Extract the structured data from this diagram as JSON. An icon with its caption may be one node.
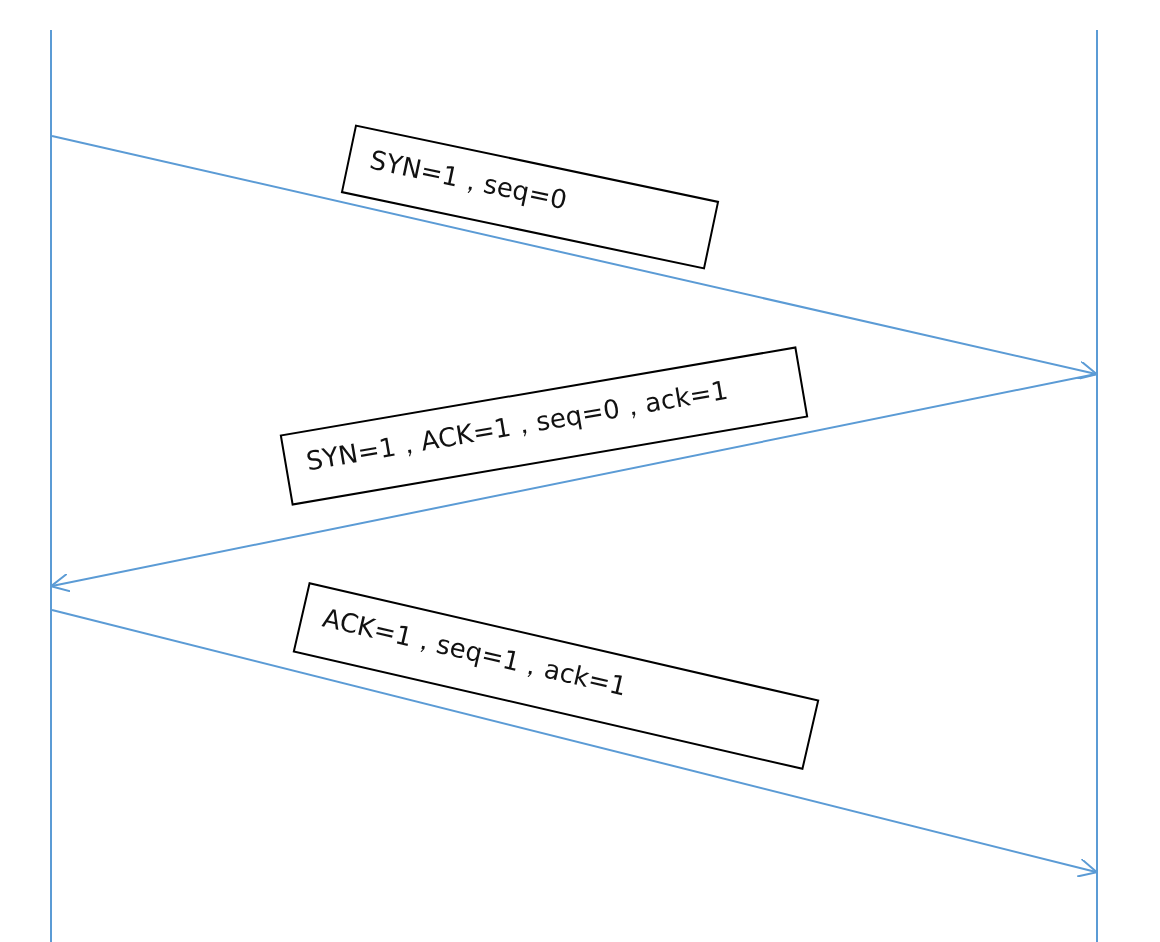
{
  "diagram": {
    "nodes": [
      {
        "text": [],
        "shape": "line"
      },
      {
        "text": [],
        "shape": "line"
      }
    ],
    "edges": [
      {
        "from": 0,
        "to": 1,
        "arrow": "to",
        "label": "SYN=1，seq=0"
      },
      {
        "from": 1,
        "to": 0,
        "arrow": "to",
        "label": "SYN=1，ACK=1，seq=0，ack=1"
      },
      {
        "from": 0,
        "to": 1,
        "arrow": "to",
        "label": "ACK=1，seq=1，ack=1"
      }
    ]
  }
}
